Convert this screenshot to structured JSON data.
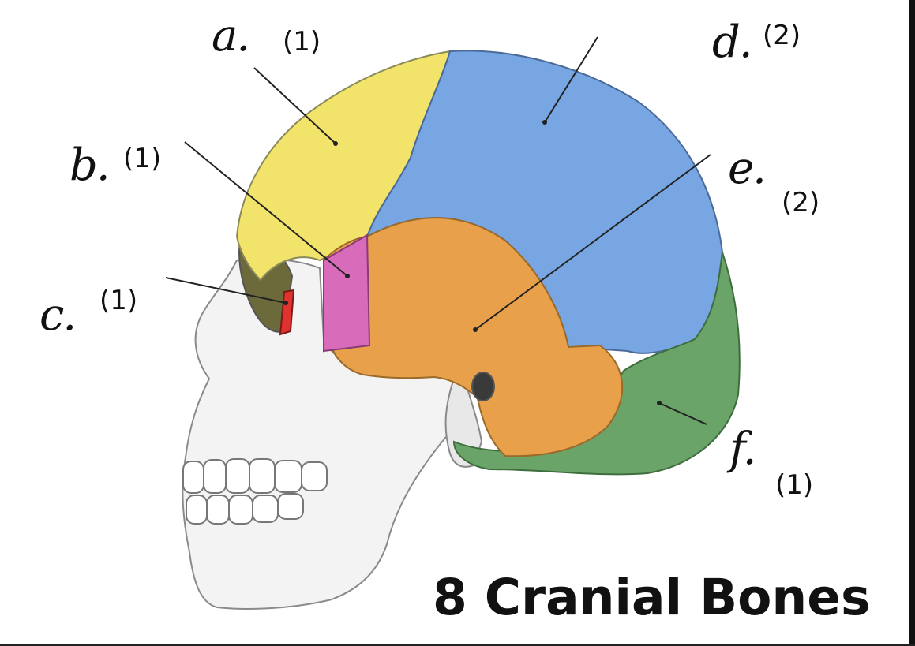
{
  "title": "8 Cranial Bones",
  "labels": [
    {
      "id": "a",
      "letter": "a.",
      "count": "(1)",
      "color": "#f2e36b"
    },
    {
      "id": "b",
      "letter": "b.",
      "count": "(1)",
      "color": "#d96bbb"
    },
    {
      "id": "c",
      "letter": "c.",
      "count": "(1)",
      "color": "#e0332f"
    },
    {
      "id": "d",
      "letter": "d.",
      "count": "(2)",
      "color": "#78a6e3"
    },
    {
      "id": "e",
      "letter": "e.",
      "count": "(2)",
      "color": "#e9a04a"
    },
    {
      "id": "f",
      "letter": "f.",
      "count": "(1)",
      "color": "#6aa468"
    }
  ]
}
